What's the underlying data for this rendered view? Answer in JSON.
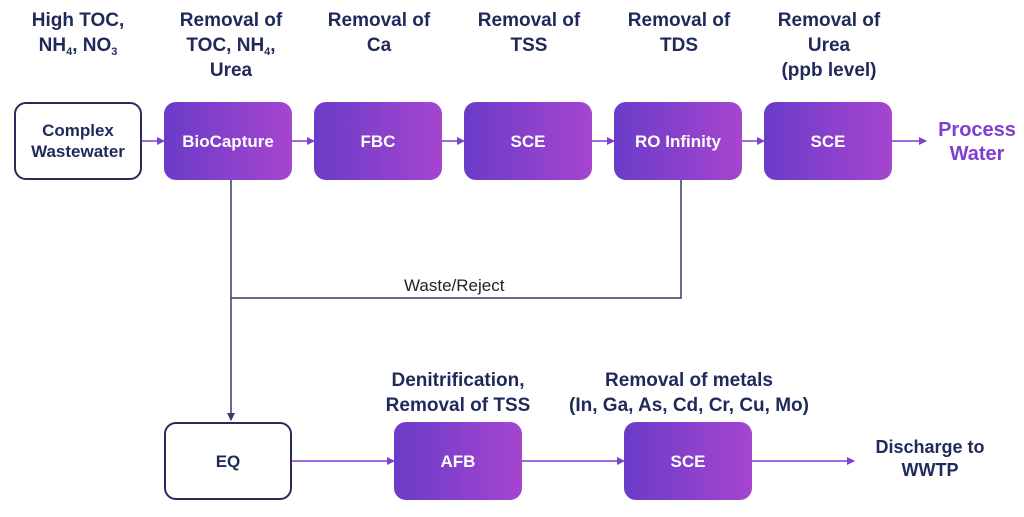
{
  "colors": {
    "accent": "#7f3fd0",
    "text": "#1f2a5a",
    "connector": "#3a3a6e"
  },
  "top_labels": [
    {
      "id": "high-toc-label",
      "line1": "High TOC,",
      "line2_pre": "NH",
      "line2_sub1": "4",
      "line2_mid": ", NO",
      "line2_sub2": "3"
    },
    {
      "id": "removal-biocapture-label",
      "line1": "Removal of",
      "line2_pre": "TOC,  NH",
      "line2_sub": "4",
      "line2_post": ",",
      "line3": "Urea"
    },
    {
      "id": "removal-ca-label",
      "line1": "Removal of",
      "line2": "Ca"
    },
    {
      "id": "removal-tss-label",
      "line1": "Removal of",
      "line2": "TSS"
    },
    {
      "id": "removal-tds-label",
      "line1": "Removal of",
      "line2": "TDS"
    },
    {
      "id": "removal-urea-label",
      "line1": "Removal of",
      "line2": "Urea",
      "line3": "(ppb level)"
    }
  ],
  "top_boxes": [
    {
      "id": "complex-wastewater",
      "line1": "Complex",
      "line2": "Wastewater",
      "style": "outline"
    },
    {
      "id": "biocapture",
      "label": "BioCapture",
      "style": "filled"
    },
    {
      "id": "fbc",
      "label": "FBC",
      "style": "filled"
    },
    {
      "id": "sce-1",
      "label": "SCE",
      "style": "filled"
    },
    {
      "id": "ro-infinity",
      "label": "RO Infinity",
      "style": "filled"
    },
    {
      "id": "sce-2",
      "label": "SCE",
      "style": "filled"
    }
  ],
  "process_water": {
    "line1": "Process",
    "line2": "Water"
  },
  "waste_label": "Waste/Reject",
  "bottom_labels": [
    {
      "id": "denitrification-label",
      "line1": "Denitrification,",
      "line2": "Removal of TSS"
    },
    {
      "id": "removal-metals-label",
      "line1": "Removal of metals",
      "line2": "(In, Ga, As, Cd, Cr, Cu, Mo)"
    }
  ],
  "bottom_boxes": [
    {
      "id": "eq",
      "label": "EQ",
      "style": "outline"
    },
    {
      "id": "afb",
      "label": "AFB",
      "style": "filled"
    },
    {
      "id": "sce-3",
      "label": "SCE",
      "style": "filled"
    }
  ],
  "discharge": {
    "line1": "Discharge to",
    "line2": "WWTP"
  }
}
